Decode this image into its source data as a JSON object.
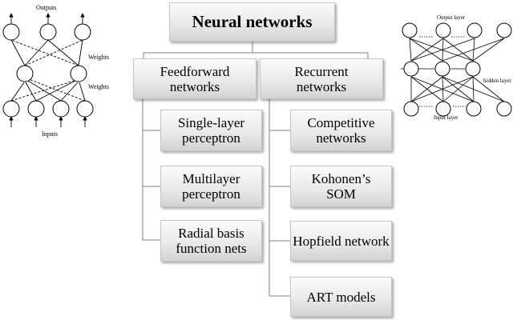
{
  "title": "Neural networks",
  "categories": [
    {
      "name_lines": [
        "Feedforward",
        "networks"
      ],
      "items": [
        [
          "Single-layer",
          "perceptron"
        ],
        [
          "Multilayer",
          "perceptron"
        ],
        [
          "Radial basis",
          "function nets"
        ]
      ]
    },
    {
      "name_lines": [
        "Recurrent",
        "networks"
      ],
      "items": [
        [
          "Competitive",
          "networks"
        ],
        [
          "Kohonen’s",
          "SOM"
        ],
        [
          "Hopfield network"
        ],
        [
          "ART models"
        ]
      ]
    }
  ],
  "feedforward_figure": {
    "outputs_label": "Outputs",
    "weights_label_top": "Weights",
    "weights_label_bottom": "Weights",
    "inputs_label": "Inputs"
  },
  "recurrent_figure": {
    "output_layer_label": "Output layer",
    "hidden_layer_label": "hidden layer",
    "input_layer_label": "Input layer"
  }
}
